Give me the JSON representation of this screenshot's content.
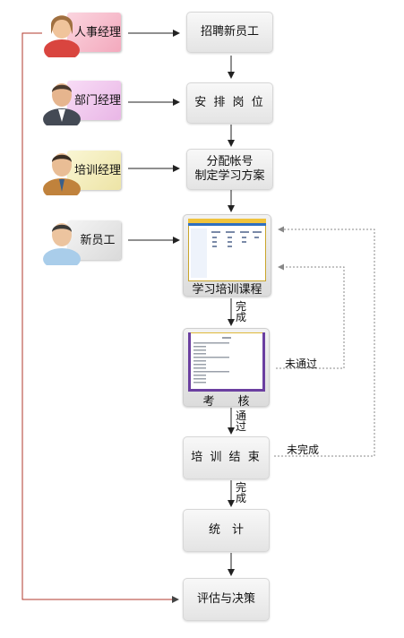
{
  "roles": [
    {
      "label": "人事经理",
      "tag_color": "#f4b6c6"
    },
    {
      "label": "部门经理",
      "tag_color": "#f0c7ef"
    },
    {
      "label": "培训经理",
      "tag_color": "#f5f0bf"
    },
    {
      "label": "新员工",
      "tag_color": "#e8e8e8"
    }
  ],
  "steps": {
    "recruit": "招聘新员工",
    "assign": "安 排 岗 位",
    "account_line1": "分配帐号",
    "account_line2": "制定学习方案",
    "course": "学习培训课程",
    "exam": "考　　核",
    "end": "培 训 结 束",
    "stats": "统　计",
    "evaluate": "评估与决策"
  },
  "edge_labels": {
    "done_1": "完成",
    "pass": "通过",
    "fail": "未通过",
    "incomplete": "未完成",
    "done_2": "完成"
  },
  "colors": {
    "arrow": "#222222",
    "hr_line": "#b03a2e",
    "dotted": "#888888"
  }
}
